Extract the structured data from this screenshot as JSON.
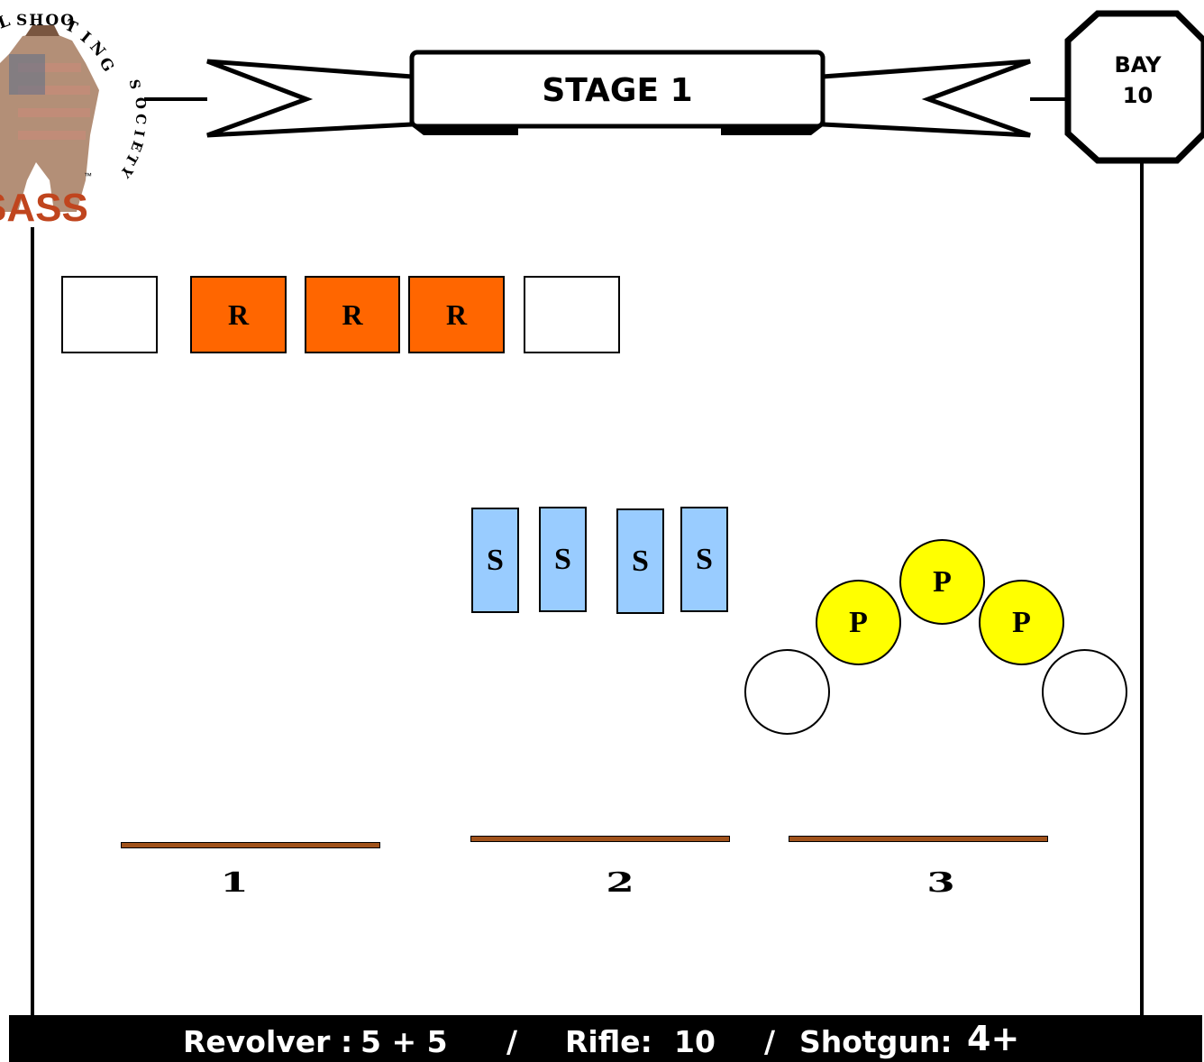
{
  "header": {
    "stage_title": "STAGE 1",
    "bay_label": "BAY",
    "bay_number": "10"
  },
  "logo": {
    "arc_text": "SHOOTING SOCIETY",
    "arc_prefix": "L",
    "wordmark": "SASS",
    "trademark": "™"
  },
  "targets": {
    "rifle_label": "R",
    "shotgun_label": "S",
    "pistol_label": "P",
    "rifle_color": "#ff6600",
    "shotgun_color": "#99ccff",
    "pistol_color": "#ffff00"
  },
  "positions": [
    "1",
    "2",
    "3"
  ],
  "table_color": "#a0521a",
  "footer": {
    "revolver_label": "Revolver :",
    "revolver_value": "5 + 5",
    "sep1": "/",
    "rifle_label": "Rifle:",
    "rifle_value": "10",
    "sep2": "/",
    "shotgun_label": "Shotgun:",
    "shotgun_value": "4+"
  }
}
